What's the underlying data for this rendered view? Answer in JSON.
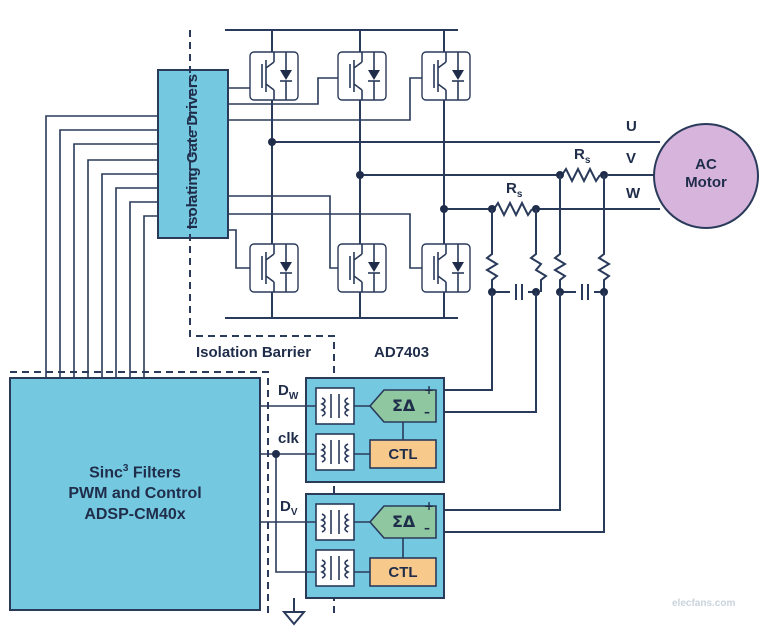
{
  "diagram": {
    "gate_drivers_label": "Isolating Gate Drivers",
    "motor_line1": "AC",
    "motor_line2": "Motor",
    "phase_u": "U",
    "phase_v": "V",
    "phase_w": "W",
    "rs_label": "R",
    "rs_sub": "s",
    "isolation_barrier": "Isolation Barrier",
    "adc_part": "AD7403",
    "dsp_line1": "Sinc",
    "dsp_line1_sup": "3",
    "dsp_line1_rest": " Filters",
    "dsp_line2": "PWM and Control",
    "dsp_line3": "ADSP-CM40x",
    "sig_dw": "D",
    "sig_dw_sub": "W",
    "sig_clk": "clk",
    "sig_dv": "D",
    "sig_dv_sub": "V",
    "sigma_delta": "ΣΔ",
    "ctl": "CTL",
    "plus": "+",
    "minus": "–",
    "watermark": "elecfans.com"
  },
  "colors": {
    "block_blue": "#74c8e0",
    "motor_purple": "#d6b4dc",
    "ctl_orange": "#f7c98a",
    "sigma_green": "#8fc7a0",
    "wire": "#2a3a5a"
  }
}
